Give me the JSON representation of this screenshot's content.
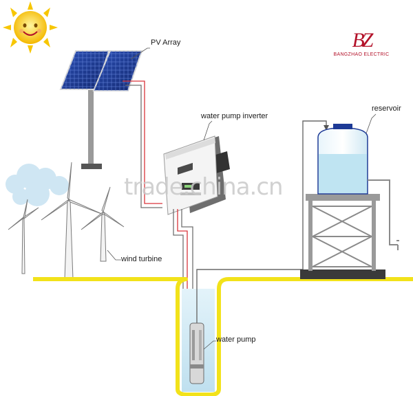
{
  "brand": {
    "logo_text": "BZ",
    "name": "BANGZHAO ELECTRIC",
    "color": "#b3122a"
  },
  "watermark": "trade.china.cn",
  "labels": {
    "pv_array": "PV Array",
    "inverter": "water pump inverter",
    "reservoir": "reservoir",
    "wind_turbine": "wind turbine",
    "water_pump": "water pump"
  },
  "icons": {
    "sun": "sun-icon",
    "solar_panel": "solar-panel-icon",
    "inverter": "inverter-icon",
    "tank": "water-tank-icon",
    "turbine": "wind-turbine-icon",
    "pump": "water-pump-icon",
    "cloud": "cloud-icon",
    "tap": "faucet-icon"
  },
  "colors": {
    "ground": "#f2e21a",
    "panel": "#1d3a96",
    "water": "#bfe4f2",
    "cable_red": "#d9343a",
    "cable_gray": "#707070"
  }
}
